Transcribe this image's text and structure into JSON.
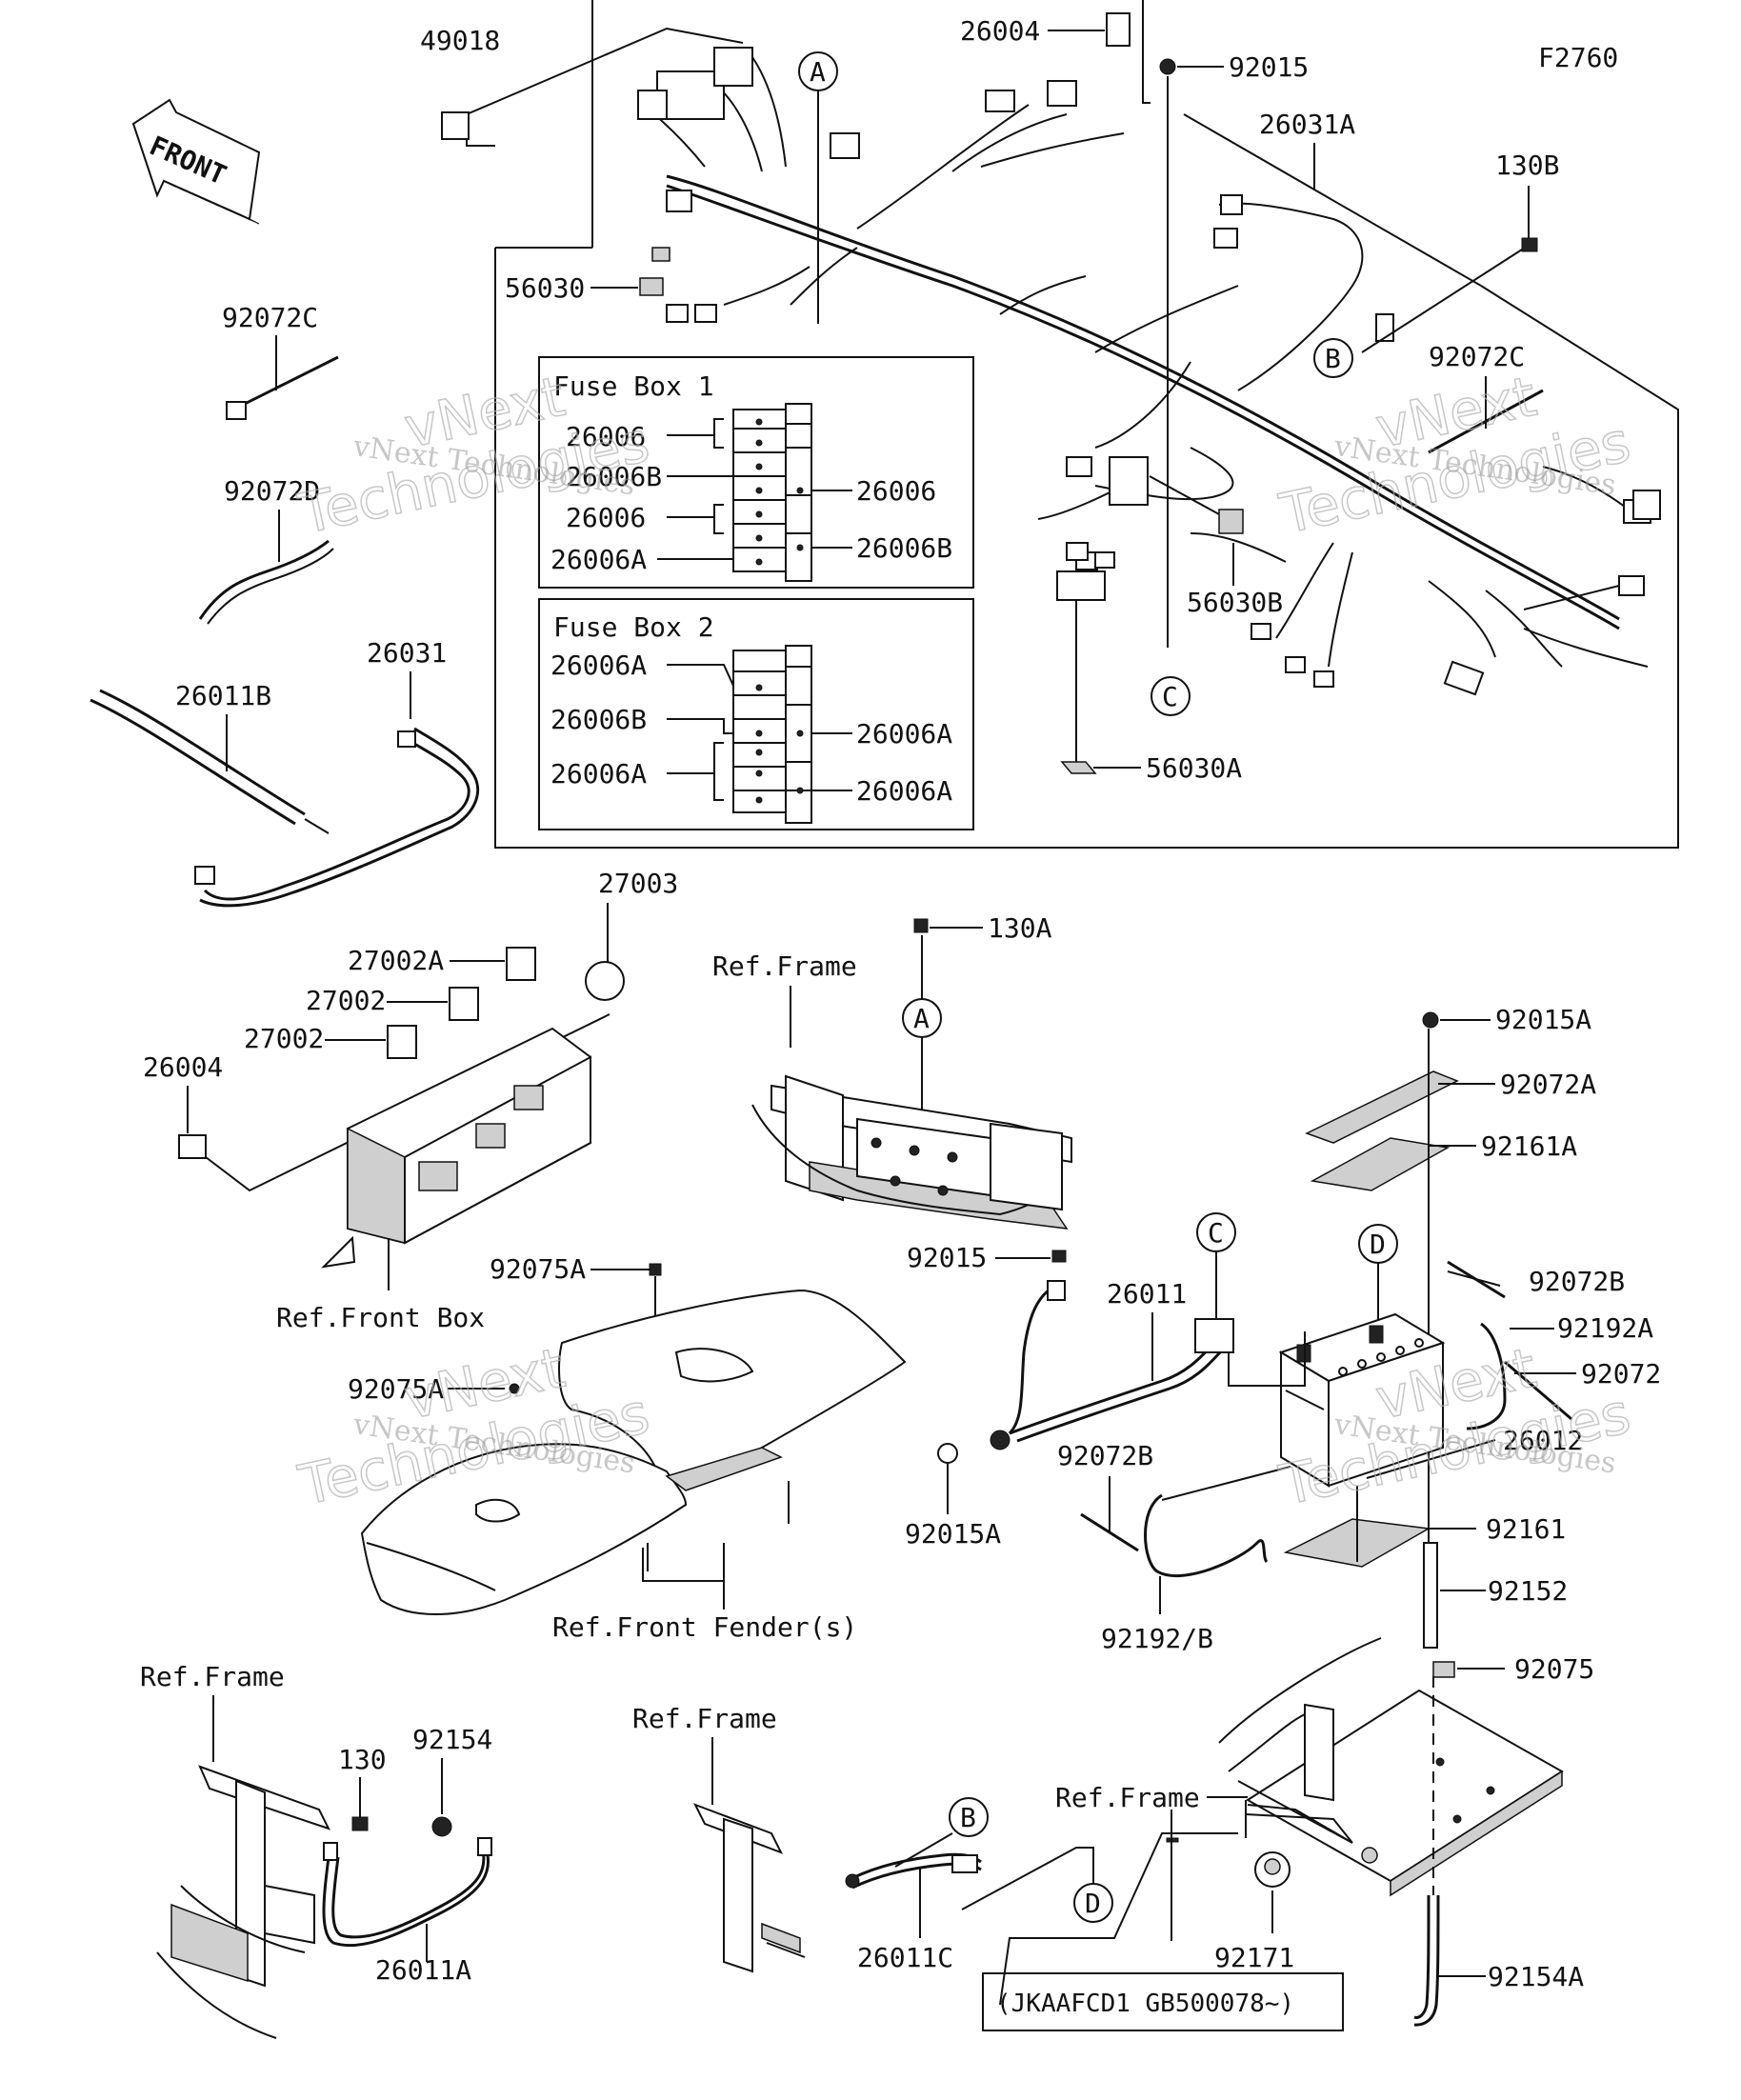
{
  "figure_code": "F2760",
  "front_arrow": "FRONT",
  "watermark": {
    "line1": "vNext",
    "line2": "Technologies",
    "small": "vNext Technologies"
  },
  "fuse_box_1": {
    "title": "Fuse Box 1",
    "left_labels": [
      "26006",
      "26006B",
      "26006",
      "26006A"
    ],
    "right_labels": [
      "26006",
      "26006B"
    ]
  },
  "fuse_box_2": {
    "title": "Fuse Box 2",
    "left_labels": [
      "26006A",
      "26006B",
      "26006A"
    ],
    "right_labels": [
      "26006A",
      "26006A"
    ]
  },
  "callouts": {
    "c49018": "49018",
    "c26004_top": "26004",
    "c92015_top": "92015",
    "c26031A": "26031A",
    "c130B": "130B",
    "c56030": "56030",
    "c92072C_left": "92072C",
    "c92072C_right": "92072C",
    "c92072D": "92072D",
    "c56030B": "56030B",
    "c56030A": "56030A",
    "c26031": "26031",
    "c26011B": "26011B",
    "c27003": "27003",
    "c27002A": "27002A",
    "c27002_1": "27002",
    "c27002_2": "27002",
    "c26004_mid": "26004",
    "ref_front_box": "Ref.Front Box",
    "c130A": "130A",
    "ref_frame_mid": "Ref.Frame",
    "c92015A_top": "92015A",
    "c92072A": "92072A",
    "c92161A": "92161A",
    "c92075A_1": "92075A",
    "c92075A_2": "92075A",
    "c92015_mid": "92015",
    "c26011": "26011",
    "c92072B_right": "92072B",
    "c92192A": "92192A",
    "c92072": "92072",
    "c26012": "26012",
    "c92072B_mid": "92072B",
    "c92015A_mid": "92015A",
    "c92161": "92161",
    "c92152": "92152",
    "c92192B": "92192/B",
    "ref_front_fender": "Ref.Front Fender(s)",
    "c92075": "92075",
    "ref_frame_bl": "Ref.Frame",
    "c130": "130",
    "c92154": "92154",
    "c26011A": "26011A",
    "ref_frame_bm": "Ref.Frame",
    "c26011C": "26011C",
    "ref_frame_br": "Ref.Frame",
    "c92171": "92171",
    "c92154A": "92154A",
    "serial_note": "(JKAAFCD1 GB500078~)"
  },
  "circle_markers": {
    "A_top": "A",
    "B_top": "B",
    "C_top": "C",
    "A_mid": "A",
    "C_mid": "C",
    "D_mid": "D",
    "B_bot": "B",
    "D_bot": "D"
  }
}
